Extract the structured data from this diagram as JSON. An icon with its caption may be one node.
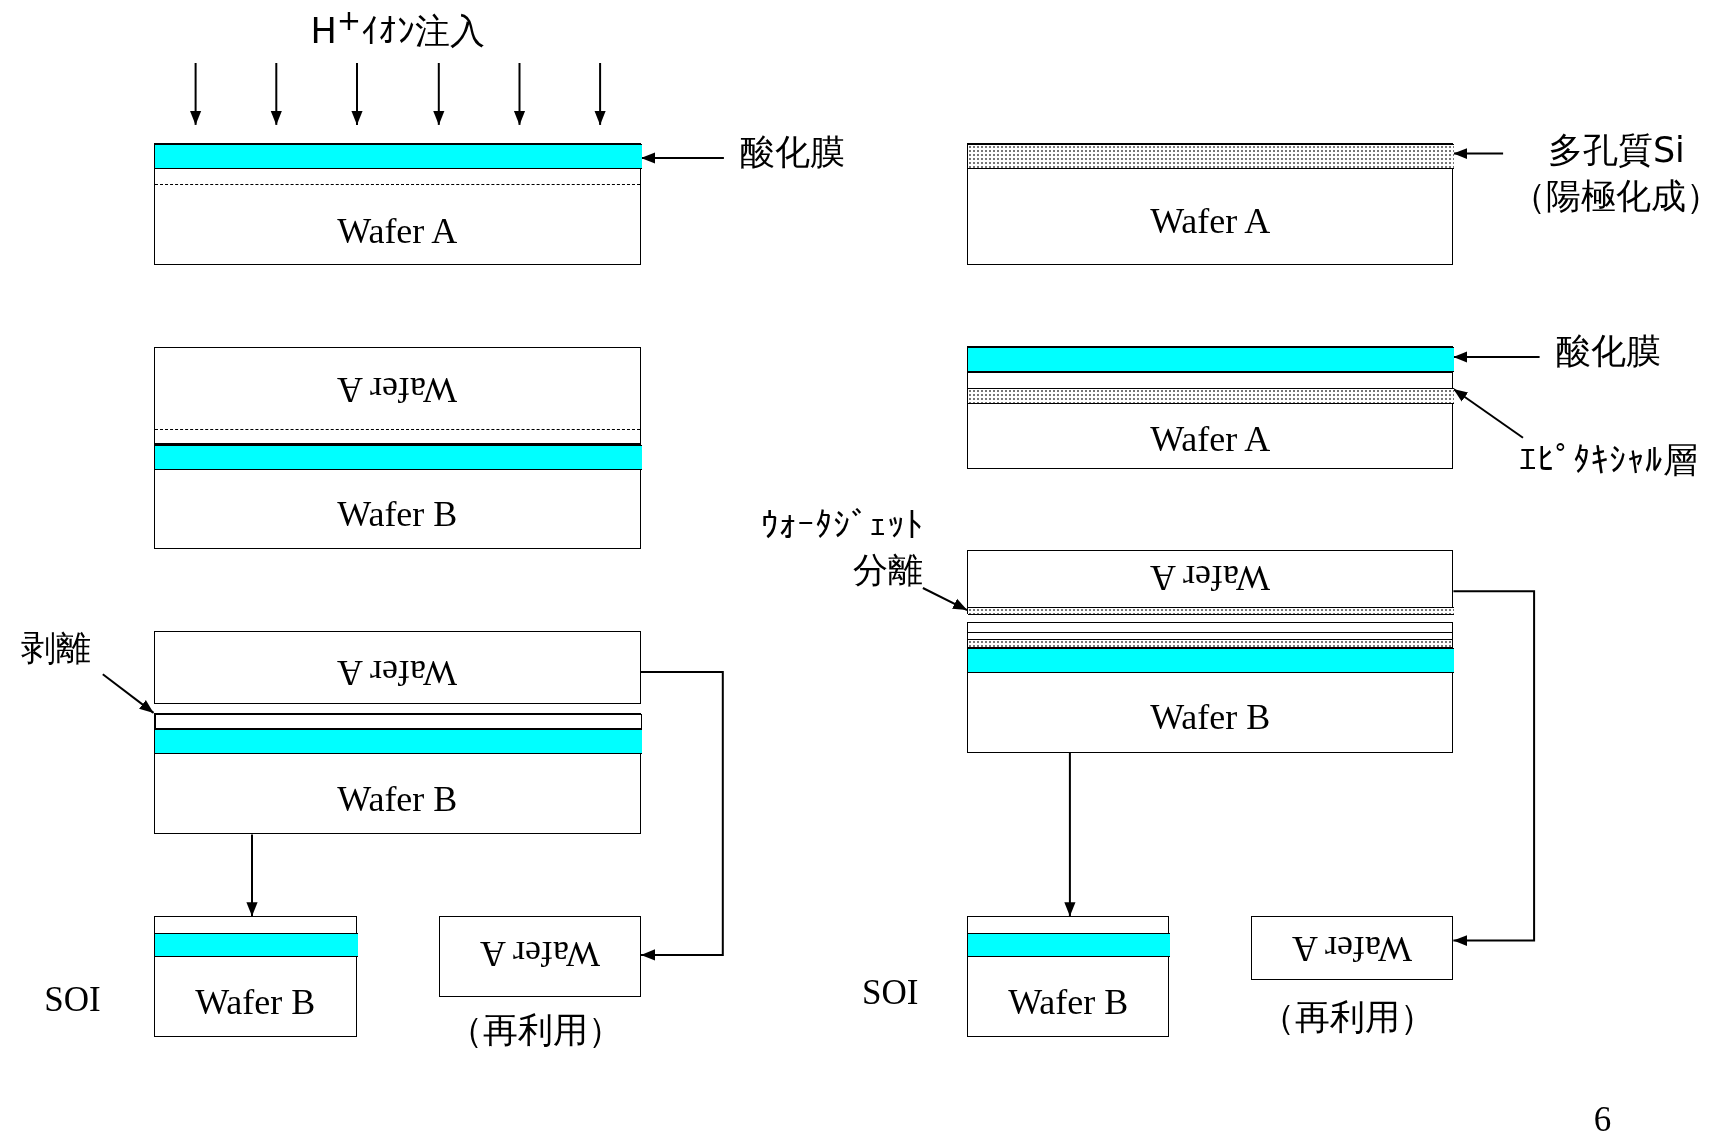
{
  "diagram": {
    "nodes": [
      {
        "text": [
          "Wafer A"
        ]
      },
      {
        "text": [],
        "shape": "bar",
        "in": 0
      },
      {
        "text": [
          "酸化膜"
        ]
      },
      {
        "text": [
          "Wafer A"
        ]
      },
      {
        "text": [
          "Wafer B"
        ]
      },
      {
        "text": [
          "Wafer A"
        ]
      },
      {
        "text": [
          "Wafer B"
        ]
      },
      {
        "text": [
          "剥離"
        ]
      },
      {
        "text": [],
        "shape": "bar",
        "in": 6
      },
      {
        "text": [
          "Wafer B"
        ],
        "beside": [
          "SOI"
        ]
      },
      {
        "text": [
          "Wafer A"
        ],
        "beside": [
          "（再利用）"
        ]
      },
      {
        "text": [
          "Wafer A"
        ]
      },
      {
        "text": [],
        "shape": "bar",
        "in": 11
      },
      {
        "text": [
          "多孔質Si",
          "（陽極化成）"
        ]
      },
      {
        "text": [
          "Wafer A"
        ]
      },
      {
        "text": [],
        "shape": "bar",
        "in": 14
      },
      {
        "text": [],
        "shape": "bar",
        "in": 14
      },
      {
        "text": [
          "酸化膜"
        ]
      },
      {
        "text": [
          "ｴﾋﾟﾀｷｼｬﾙ層"
        ]
      },
      {
        "text": [
          "Wafer A"
        ]
      },
      {
        "text": [],
        "shape": "bar",
        "in": 19
      },
      {
        "text": [
          "Wafer B"
        ]
      },
      {
        "text": [
          "ｳｫｰﾀｼﾞｪｯﾄ",
          "分離"
        ]
      },
      {
        "text": [
          "Wafer B"
        ],
        "beside": [
          "SOI"
        ]
      },
      {
        "text": [
          "Wafer A"
        ],
        "beside": [
          "（再利用）"
        ]
      },
      {
        "text": [],
        "shape": "bar",
        "in": 4
      },
      {
        "text": [],
        "shape": "bar",
        "in": 6
      },
      {
        "text": [],
        "shape": "bar",
        "in": 9
      },
      {
        "text": [],
        "shape": "bar",
        "in": 21
      },
      {
        "text": [],
        "shape": "bar",
        "in": 23
      }
    ],
    "edges": [
      {
        "from": 2,
        "to": 1,
        "arrow": "to"
      },
      {
        "from": 7,
        "to": 8,
        "arrow": "to"
      },
      {
        "from": 6,
        "to": 9,
        "arrow": "to"
      },
      {
        "from": 5,
        "to": 10,
        "arrow": "to"
      },
      {
        "from": 13,
        "to": 12,
        "arrow": "to"
      },
      {
        "from": 17,
        "to": 15,
        "arrow": "to"
      },
      {
        "from": 18,
        "to": 16,
        "arrow": "to"
      },
      {
        "from": 22,
        "to": 20,
        "arrow": "to"
      },
      {
        "from": 21,
        "to": 23,
        "arrow": "to"
      },
      {
        "from": 19,
        "to": 24,
        "arrow": "to"
      }
    ],
    "labels": [
      "H$^{+}$ｲｵﾝ注入",
      "6"
    ]
  }
}
